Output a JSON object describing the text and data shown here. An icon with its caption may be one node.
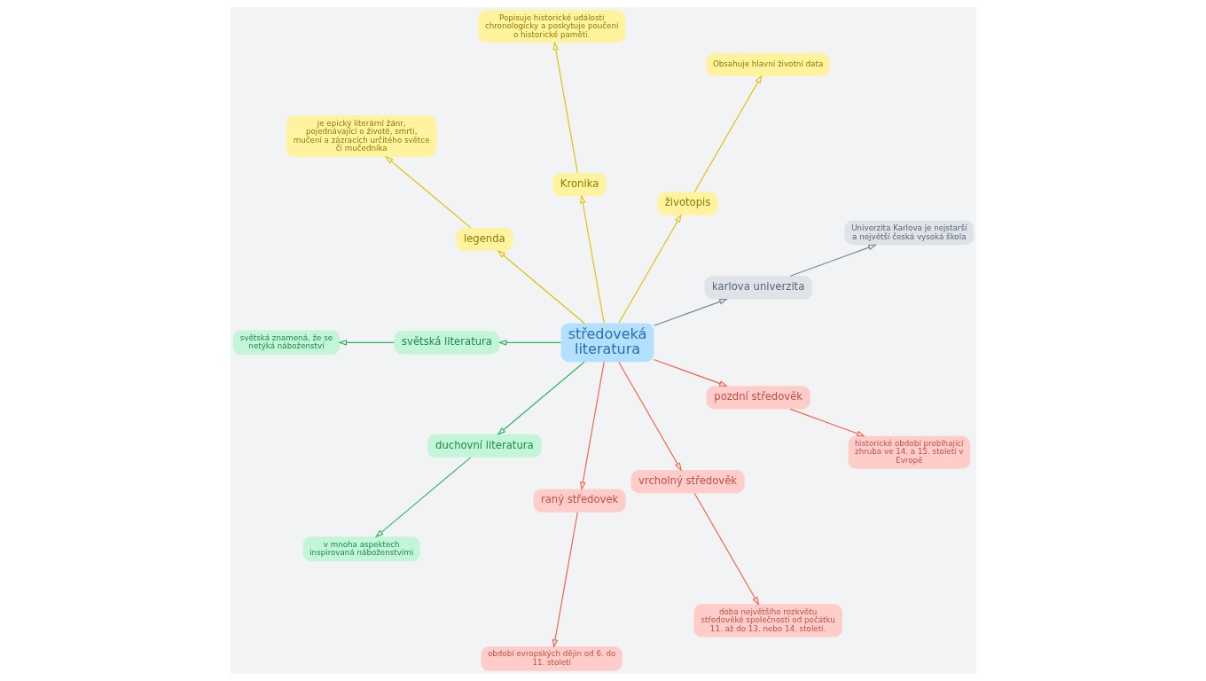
{
  "diagram": {
    "nodes": [
      {
        "text": [
          "středoveká literatura"
        ]
      },
      {
        "text": [
          "karlova univerzita"
        ]
      },
      {
        "text": [
          "Univerzita Karlova je nejstarší a největší česká vysoká škola"
        ]
      },
      {
        "text": [
          "životopis"
        ]
      },
      {
        "text": [
          "Obsahuje hlavní životní data"
        ]
      },
      {
        "text": [
          "Kronika"
        ]
      },
      {
        "text": [
          "Popisuje historické události chronologicky a poskytuje poučení o historické paměti."
        ]
      },
      {
        "text": [
          "legenda"
        ]
      },
      {
        "text": [
          "je epický literární žánr, pojednávající o životě, smrti, mučení a zázracích určitého světce či mučedníka"
        ]
      },
      {
        "text": [
          "světská literatura"
        ]
      },
      {
        "text": [
          "světská znamená, že se netýká náboženství"
        ]
      },
      {
        "text": [
          "duchovní literatura"
        ]
      },
      {
        "text": [
          "v mnoha aspektech inspirovaná náboženstvími"
        ]
      },
      {
        "text": [
          "raný středovek"
        ]
      },
      {
        "text": [
          "období evropských dějin od 6. do 11. století"
        ]
      },
      {
        "text": [
          "vrcholný středověk"
        ]
      },
      {
        "text": [
          "doba největšího rozkvětu středověké společnosti od počátku 11. až do 13. nebo 14. století."
        ]
      },
      {
        "text": [
          "pozdní středověk"
        ]
      },
      {
        "text": [
          "historické období probíhající zhruba ve 14. a 15. století v Evropě"
        ]
      }
    ],
    "edges": [
      {
        "from": 0,
        "to": 1,
        "arrow": "to",
        "color": "#7b8799"
      },
      {
        "from": 1,
        "to": 2,
        "arrow": "to",
        "color": "#7b8799"
      },
      {
        "from": 0,
        "to": 3,
        "arrow": "to",
        "color": "#e0c200"
      },
      {
        "from": 3,
        "to": 4,
        "arrow": "to",
        "color": "#e0c200"
      },
      {
        "from": 0,
        "to": 5,
        "arrow": "to",
        "color": "#e0c200"
      },
      {
        "from": 5,
        "to": 6,
        "arrow": "to",
        "color": "#e0c200"
      },
      {
        "from": 0,
        "to": 7,
        "arrow": "to",
        "color": "#e0c200"
      },
      {
        "from": 7,
        "to": 8,
        "arrow": "to",
        "color": "#e0c200"
      },
      {
        "from": 0,
        "to": 9,
        "arrow": "to",
        "color": "#2db55d"
      },
      {
        "from": 9,
        "to": 10,
        "arrow": "to",
        "color": "#2db55d"
      },
      {
        "from": 0,
        "to": 11,
        "arrow": "to",
        "color": "#2db55d"
      },
      {
        "from": 11,
        "to": 12,
        "arrow": "to",
        "color": "#2db55d"
      },
      {
        "from": 0,
        "to": 13,
        "arrow": "to",
        "color": "#f0604a"
      },
      {
        "from": 13,
        "to": 14,
        "arrow": "to",
        "color": "#f0604a"
      },
      {
        "from": 0,
        "to": 15,
        "arrow": "to",
        "color": "#f0604a"
      },
      {
        "from": 15,
        "to": 16,
        "arrow": "to",
        "color": "#f0604a"
      },
      {
        "from": 0,
        "to": 17,
        "arrow": "to",
        "color": "#f0604a"
      },
      {
        "from": 17,
        "to": 18,
        "arrow": "to",
        "color": "#f0604a"
      }
    ]
  }
}
